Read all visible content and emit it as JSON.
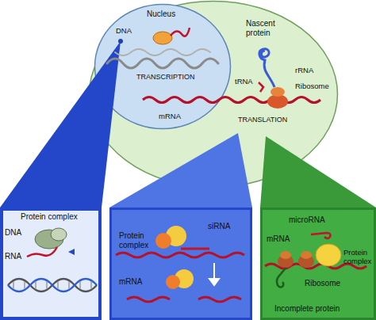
{
  "diagram": {
    "nodes": [
      {
        "text": [
          "Nascent protein",
          "tRNA",
          "rRNA",
          "Ribosome",
          "TRANSLATION"
        ]
      },
      {
        "text": [
          "Nucleus",
          "DNA",
          "TRANSCRIPTION",
          "mRNA"
        ],
        "in": 0
      },
      {
        "text": [
          "Protein complex",
          "DNA",
          "RNA"
        ]
      },
      {
        "text": [
          "Protein complex",
          "siRNA",
          "mRNA"
        ]
      },
      {
        "text": [
          "microRNA",
          "mRNA",
          "Protein complex",
          "Ribosome",
          "Incomplete protein"
        ]
      }
    ],
    "edges": [
      {
        "from": 1,
        "to": 2,
        "arrow": "none"
      },
      {
        "from": 0,
        "to": 3,
        "arrow": "none"
      },
      {
        "from": 0,
        "to": 4,
        "arrow": "none"
      }
    ]
  }
}
